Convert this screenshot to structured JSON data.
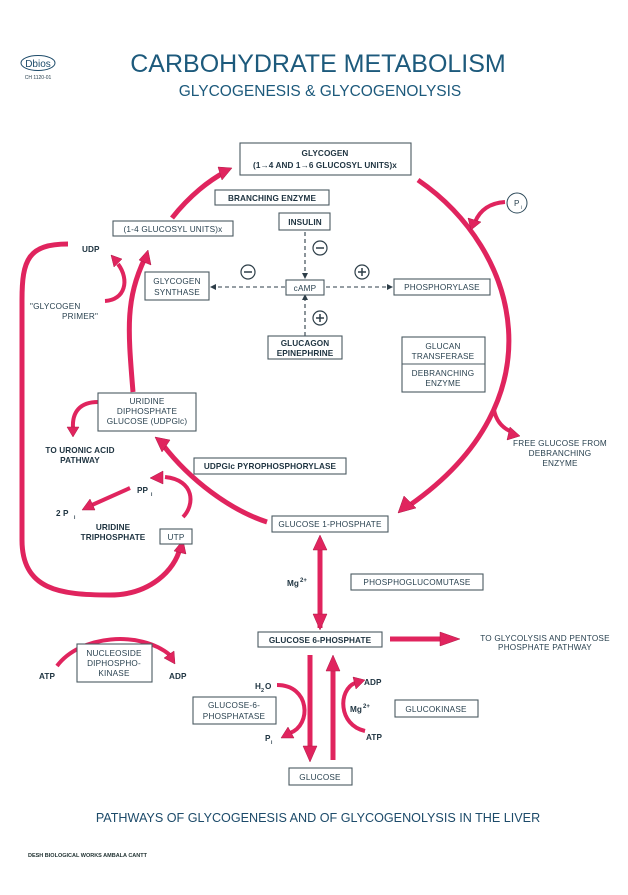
{
  "header": {
    "logo": "Dbios",
    "catalog_code": "CH 1120-01",
    "title": "CARBOHYDRATE METABOLISM",
    "subtitle": "GLYCOGENESIS & GLYCOGENOLYSIS"
  },
  "nodes": {
    "glycogen": {
      "line1": "GLYCOGEN",
      "line2": "(1→4 AND 1→6 GLUCOSYL UNITS)x"
    },
    "branching_enzyme": "BRANCHING ENZYME",
    "glucosyl_units": "(1-4 GLUCOSYL UNITS)x",
    "insulin": "INSULIN",
    "camp": "cAMP",
    "glycogen_synthase": {
      "line1": "GLYCOGEN",
      "line2": "SYNTHASE"
    },
    "phosphorylase": "PHOSPHORYLASE",
    "glucagon": {
      "line1": "GLUCAGON",
      "line2": "EPINEPHRINE"
    },
    "glucan_transferase": {
      "line1": "GLUCAN",
      "line2": "TRANSFERASE"
    },
    "debranching_enzyme": {
      "line1": "DEBRANCHING",
      "line2": "ENZYME"
    },
    "udpglc": {
      "line1": "URIDINE",
      "line2": "DIPHOSPHATE",
      "line3": "GLUCOSE (UDPGlc)"
    },
    "udpglc_pyrophosphorylase": "UDPGlc PYROPHOSPHORYLASE",
    "glucose_1_phosphate": "GLUCOSE 1-PHOSPHATE",
    "utp": "UTP",
    "phosphoglucomutase": "PHOSPHOGLUCOMUTASE",
    "glucose_6_phosphate": "GLUCOSE 6-PHOSPHATE",
    "nucleoside_kinase": {
      "line1": "NUCLEOSIDE",
      "line2": "DIPHOSPHO-",
      "line3": "KINASE"
    },
    "glucose_6_phosphatase": {
      "line1": "GLUCOSE-6-",
      "line2": "PHOSPHATASE"
    },
    "glucokinase": "GLUCOKINASE",
    "glucose": "GLUCOSE"
  },
  "labels": {
    "udp": "UDP",
    "glycogen_primer": {
      "line1": "\"GLYCOGEN",
      "line2": "PRIMER\""
    },
    "pi_circle": "P",
    "pi_sub": "i",
    "free_glucose": {
      "line1": "FREE GLUCOSE FROM",
      "line2": "DEBRANCHING",
      "line3": "ENZYME"
    },
    "uronic_acid": {
      "line1": "TO URONIC ACID",
      "line2": "PATHWAY"
    },
    "ppi": "PP",
    "ppi_sub": "i",
    "two_pi": "2  P",
    "two_pi_sub": "i",
    "uridine_triphosphate": {
      "line1": "URIDINE",
      "line2": "TRIPHOSPHATE"
    },
    "mg": "Mg",
    "mg_sup": "2+",
    "glycolysis": {
      "line1": "TO GLYCOLYSIS AND PENTOSE",
      "line2": "PHOSPHATE PATHWAY"
    },
    "atp": "ATP",
    "adp": "ADP",
    "h2o": "H",
    "h2o_sub": "2",
    "h2o_o": "O",
    "pi": "P",
    "pi_i": "i"
  },
  "regulation": {
    "insulin_to_camp": "minus",
    "camp_to_synthase": "minus",
    "camp_to_phosphorylase": "plus",
    "glucagon_to_camp": "plus"
  },
  "colors": {
    "arrow": "#e0245e",
    "text": "#1e3340",
    "title": "#1d5a7c"
  },
  "caption": "PATHWAYS OF GLYCOGENESIS AND OF GLYCOGENOLYSIS IN THE LIVER",
  "footer": "DESH BIOLOGICAL WORKS AMBALA CANTT"
}
